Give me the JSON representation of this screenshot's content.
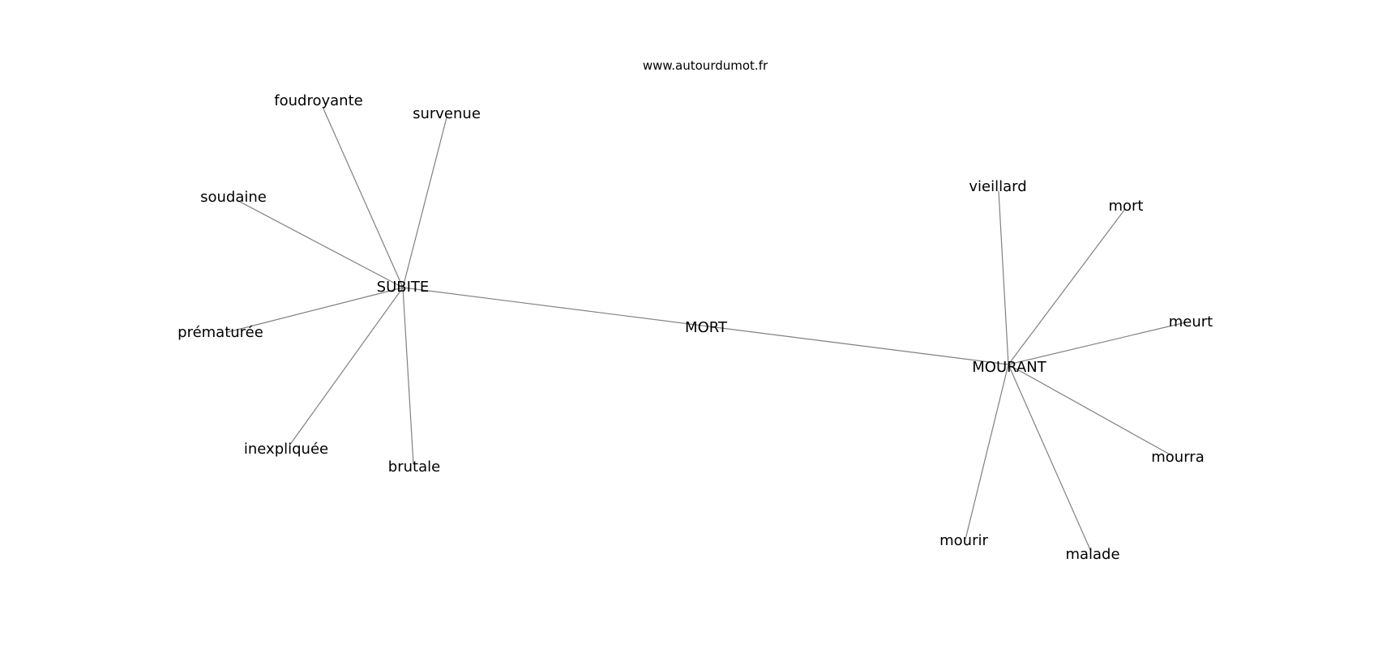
{
  "watermark": "www.autourdumot.fr",
  "colors": {
    "edge": "#808080",
    "text": "#000000",
    "background": "#ffffff"
  },
  "nodes": {
    "center": "MORT",
    "hub_left": "SUBITE",
    "hub_right": "MOURANT",
    "left_leaves": [
      "foudroyante",
      "survenue",
      "soudaine",
      "prématurée",
      "inexpliquée",
      "brutale"
    ],
    "right_leaves": [
      "vieillard",
      "mort",
      "meurt",
      "mourra",
      "malade",
      "mourir"
    ]
  }
}
